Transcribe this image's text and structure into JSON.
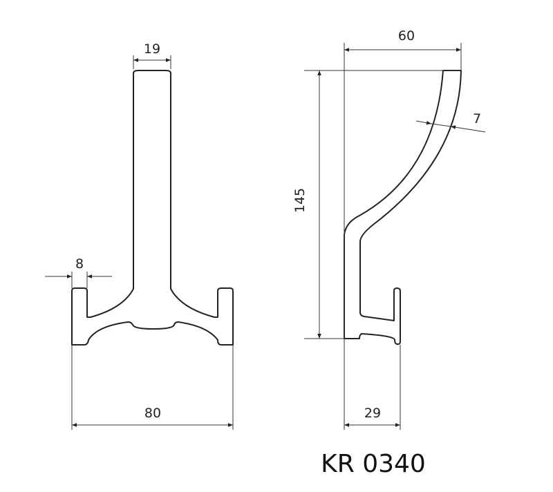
{
  "drawing": {
    "model": "KR 0340",
    "front_view": {
      "dims": {
        "stem_width": "19",
        "flange_width": "8",
        "total_width": "80"
      }
    },
    "side_view": {
      "dims": {
        "depth": "60",
        "height": "145",
        "thickness": "7",
        "base_depth": "29"
      }
    },
    "colors": {
      "line": "#222222",
      "background": "#ffffff"
    }
  }
}
